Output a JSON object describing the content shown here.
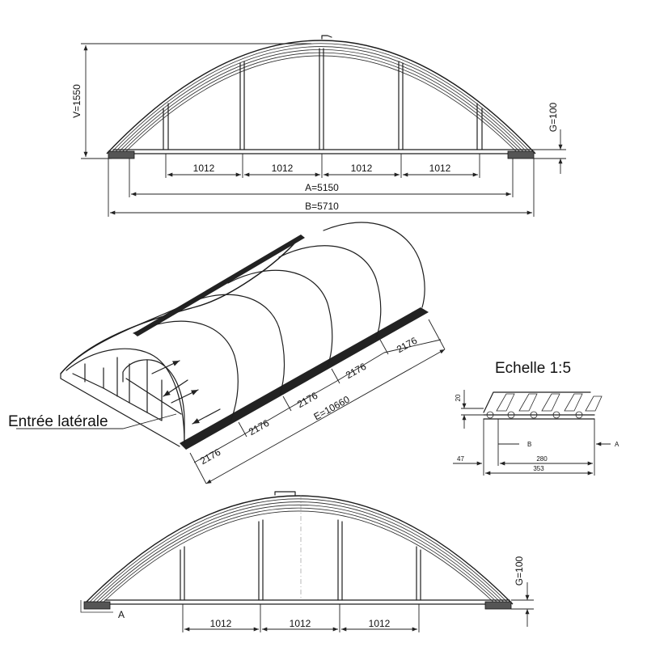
{
  "front_view": {
    "height_label": "V=1550",
    "g_label": "G=100",
    "bay_labels": [
      "1012",
      "1012",
      "1012",
      "1012"
    ],
    "a_label": "A=5150",
    "b_label": "B=5710"
  },
  "iso_view": {
    "bay_labels": [
      "2176",
      "2176",
      "2176",
      "2176",
      "2176"
    ],
    "e_label": "E=10660",
    "entry_label": "Entrée latérale"
  },
  "detail": {
    "scale_label": "Echelle 1:5",
    "dim_20": "20",
    "dim_47": "47",
    "dim_280": "280",
    "dim_353": "353",
    "mark_b": "B",
    "mark_a": "A"
  },
  "rear_view": {
    "g_label": "G=100",
    "bay_labels": [
      "1012",
      "1012",
      "1012"
    ],
    "mark_a": "A"
  },
  "colors": {
    "line": "#1e1e1e",
    "background": "#ffffff"
  }
}
